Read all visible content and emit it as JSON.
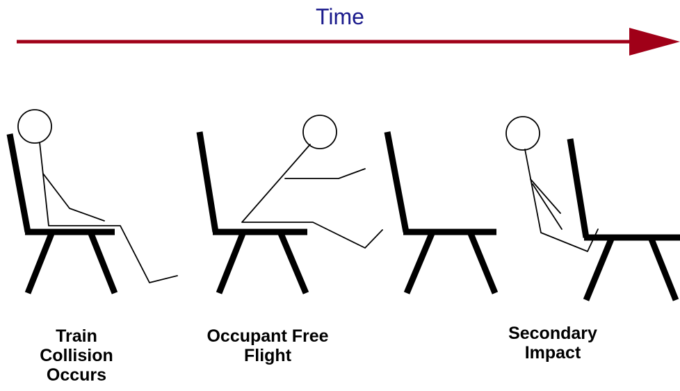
{
  "title": "Time",
  "arrow_color": "#a00018",
  "title_color": "#1a1a8c",
  "stages": [
    {
      "label": "Train\nCollision\nOccurs"
    },
    {
      "label": "Occupant Free\nFlight"
    },
    {
      "label": "Secondary\nImpact"
    }
  ]
}
